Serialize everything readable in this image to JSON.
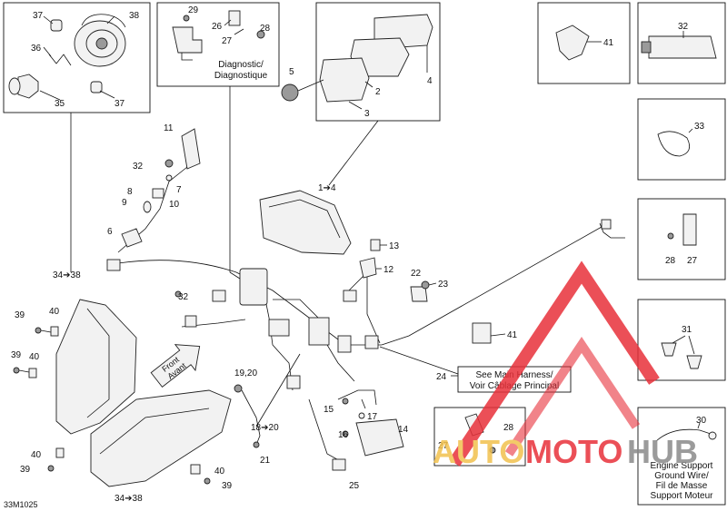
{
  "diagram": {
    "figure_code": "33M1025",
    "callouts": {
      "c37a": "37",
      "c38": "38",
      "c36": "36",
      "c35": "35",
      "c37b": "37",
      "c29": "29",
      "c26": "26",
      "c28a": "28",
      "c27a": "27",
      "c5": "5",
      "c2": "2",
      "c3": "3",
      "c4": "4",
      "c41a": "41",
      "c32a": "32",
      "c33": "33",
      "c28b": "28",
      "c27b": "27",
      "c31": "31",
      "c11": "11",
      "c32b": "32",
      "c7": "7",
      "c8": "8",
      "c10": "10",
      "c9": "9",
      "c6": "6",
      "c1_4": "1➔4",
      "c13": "13",
      "c12": "12",
      "c22": "22",
      "c23": "23",
      "c34a": "34➔38",
      "c32c": "32",
      "c39a": "39",
      "c40a": "40",
      "c39b": "39",
      "c40b": "40",
      "c41b": "41",
      "c19_20": "19,20",
      "c24": "24",
      "c15": "15",
      "c17": "17",
      "c16": "16",
      "c14": "14",
      "c18_20": "18➔20",
      "c21": "21",
      "c40c": "40",
      "c39c": "39",
      "c40d": "40",
      "c39d": "39",
      "c27c": "27",
      "c28c": "28",
      "c25": "25",
      "c30": "30",
      "c34b": "34➔38"
    },
    "notes": {
      "diagnostic_en": "Diagnostic/",
      "diagnostic_fr": "Diagnostique",
      "harness_en": "See Main Harness/",
      "harness_fr": "Voir Câblage Principal",
      "engine_1": "Engine Support",
      "engine_2": "Ground Wire/",
      "engine_3": "Fil de Masse",
      "engine_4": "Support Moteur",
      "front_en": "Front",
      "front_fr": "Avant"
    },
    "watermark": {
      "part1": "AUTO",
      "part2": "MOTO",
      "part3": "HUB",
      "color_primary": "#e8313a",
      "color_secondary": "#f2c14e",
      "color_tertiary": "#8a8a8a"
    }
  }
}
